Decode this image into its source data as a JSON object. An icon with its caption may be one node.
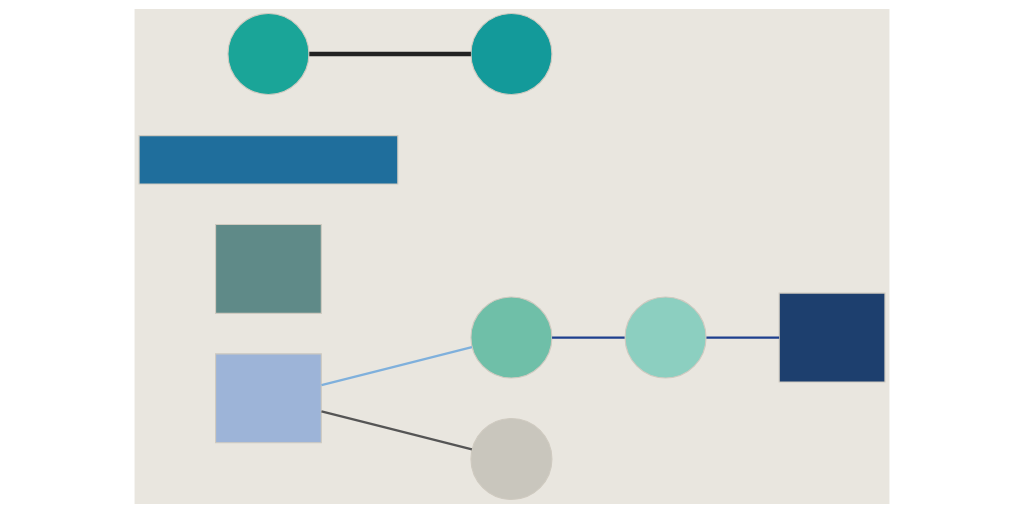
{
  "diagram": {
    "nodes": [
      {
        "text": [],
        "shape": "box"
      },
      {
        "text": [],
        "shape": "circle"
      },
      {
        "text": [],
        "shape": "circle"
      },
      {
        "text": [],
        "shape": "box"
      },
      {
        "text": [],
        "shape": "circle"
      },
      {
        "text": [],
        "shape": "box"
      },
      {
        "text": [],
        "shape": "bar"
      },
      {
        "text": [],
        "shape": "circle"
      },
      {
        "text": [],
        "shape": "circle"
      }
    ],
    "edges": [
      {
        "from": 0,
        "to": 1,
        "arrow": "none",
        "color": "#7fb0dc"
      },
      {
        "from": 1,
        "to": 2,
        "arrow": "none"
      },
      {
        "from": 2,
        "to": 3,
        "arrow": "none"
      },
      {
        "from": 0,
        "to": 4,
        "arrow": "none",
        "color": "#555555"
      },
      {
        "from": 7,
        "to": 8,
        "arrow": "none",
        "color": "#222222",
        "style": "thick"
      }
    ]
  }
}
